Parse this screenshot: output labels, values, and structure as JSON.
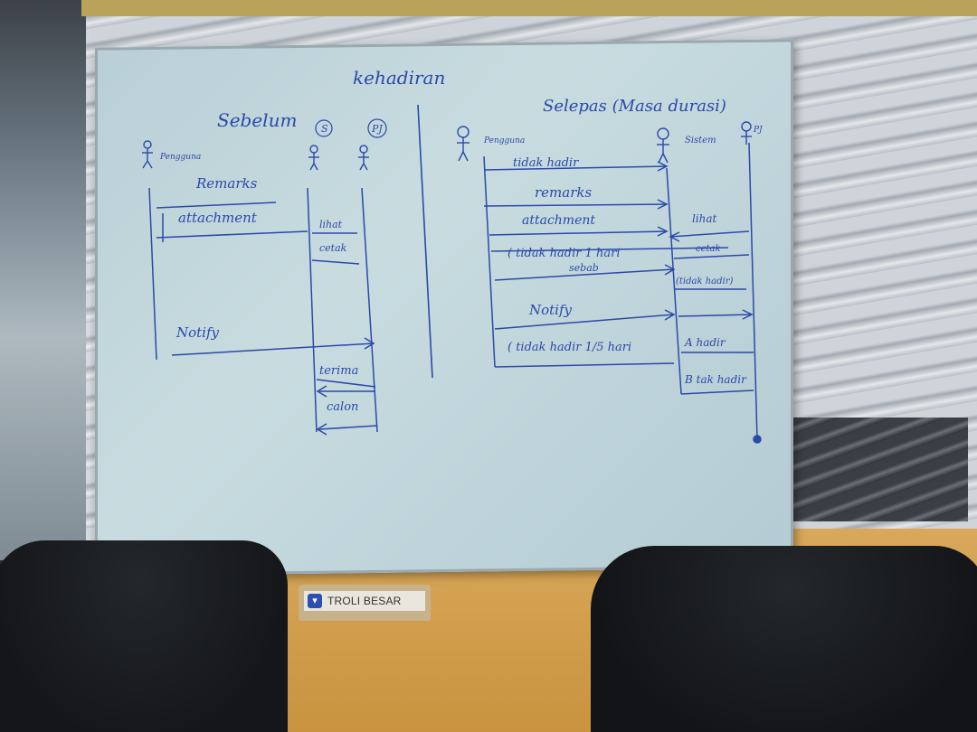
{
  "photo": {
    "description_subject": "whiteboard",
    "label_plate": {
      "text": "TROLI BESAR",
      "icon": "cart-icon",
      "bg": "#e9e6dd"
    },
    "colors": {
      "marker": "#2a49a8",
      "board": "#c3d7dc",
      "chair": "#17191c",
      "cabinet": "#d39f4d"
    }
  },
  "whiteboard": {
    "title": "kehadiran",
    "left": {
      "heading": "Sebelum",
      "actors": [
        "Pengguna",
        "S",
        "PJ"
      ],
      "messages": [
        "Remarks",
        "attachment",
        "lihat",
        "cetak",
        "Notify",
        "terima",
        "calon"
      ]
    },
    "right": {
      "heading": "Selepas (Masa durasi)",
      "actors": [
        "Pengguna",
        "Sistem",
        "PJ"
      ],
      "messages": [
        "tidak hadir",
        "remarks",
        "attachment",
        "lihat",
        "( tidak hadir 1 hari",
        "sebab",
        "cetak",
        "(tidak hadir)",
        "Notify",
        "( tidak hadir 1/5 hari",
        "A hadir",
        "B tak hadir"
      ]
    }
  }
}
